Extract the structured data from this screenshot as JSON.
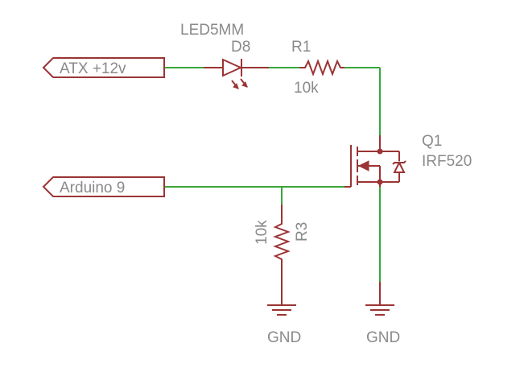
{
  "colors": {
    "wire": "#3aa63a",
    "part": "#9b3434",
    "text": "#8a8a8a",
    "background": "#ffffff"
  },
  "ports": {
    "atx": "ATX +12v",
    "arduino": "Arduino 9"
  },
  "led": {
    "value": "LED5MM",
    "name": "D8"
  },
  "r1": {
    "name": "R1",
    "value": "10k"
  },
  "r3": {
    "name": "R3",
    "value": "10k"
  },
  "q1": {
    "name": "Q1",
    "value": "IRF520"
  },
  "ground": {
    "left": "GND",
    "right": "GND"
  }
}
